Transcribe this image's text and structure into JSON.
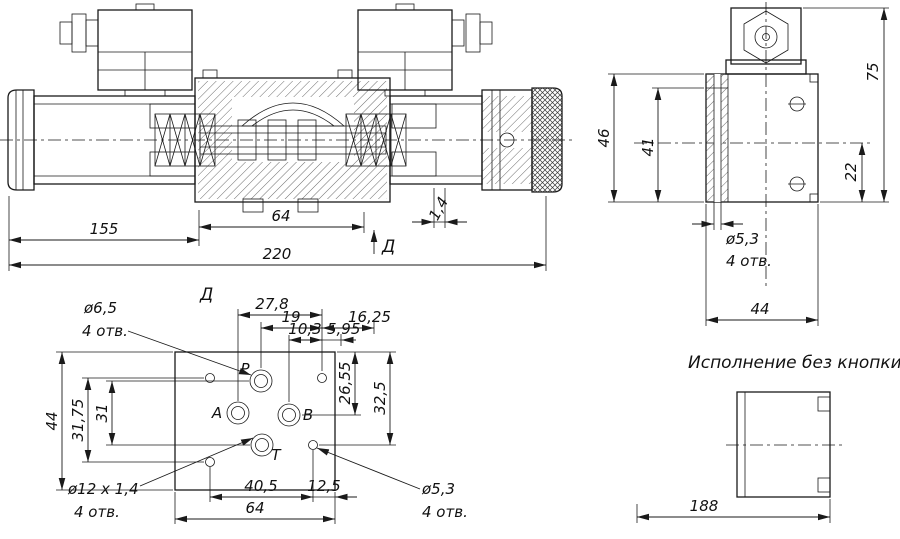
{
  "main_view": {
    "dims": {
      "d155": "155",
      "d64": "64",
      "d1_4": "1,4",
      "d220": "220"
    },
    "view_arrow_label": "Д"
  },
  "end_view": {
    "dims": {
      "d46": "46",
      "d41": "41",
      "d75": "75",
      "d22": "22",
      "d44": "44"
    },
    "callout": {
      "dia": "ø5,3",
      "qty": "4 отв."
    }
  },
  "port_view": {
    "view_label": "Д",
    "port_labels": {
      "p": "P",
      "a": "A",
      "b": "B",
      "t": "T"
    },
    "dims": {
      "d27_8": "27,8",
      "d19": "19",
      "d10_3": "10,3",
      "d5_95": "5,95",
      "d16_25": "16,25",
      "d26_55": "26,55",
      "d32_5": "32,5",
      "d44": "44",
      "d31_75": "31,75",
      "d31": "31",
      "d40_5": "40,5",
      "d12_5": "12,5",
      "d64": "64"
    },
    "callouts": {
      "ports": {
        "dia": "ø6,5",
        "qty": "4 отв."
      },
      "counterbore": {
        "dia": "ø12 x 1,4",
        "qty": "4 отв."
      },
      "mounting": {
        "dia": "ø5,3",
        "qty": "4 отв."
      }
    }
  },
  "no_button_view": {
    "title": "Исполнение без кнопки",
    "dims": {
      "d188": "188"
    }
  }
}
